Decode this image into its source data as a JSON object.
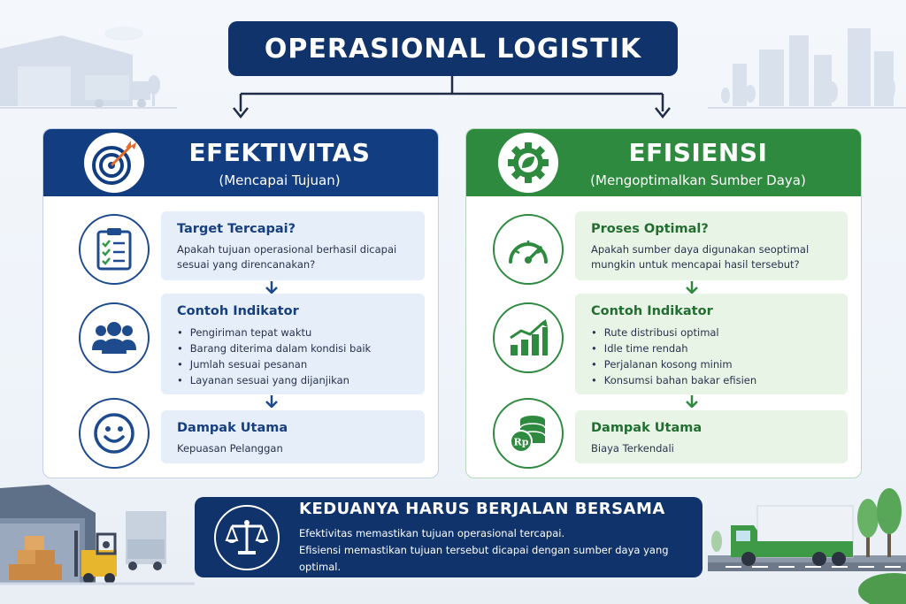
{
  "title": "OPERASIONAL LOGISTIK",
  "left_panel": {
    "title": "EFEKTIVITAS",
    "subtitle": "(Mencapai Tujuan)",
    "rows": [
      {
        "title": "Target Tercapai?",
        "text": "Apakah tujuan operasional berhasil dicapai sesuai yang direncanakan?"
      },
      {
        "title": "Contoh Indikator",
        "items": [
          "Pengiriman tepat waktu",
          "Barang diterima dalam kondisi baik",
          "Jumlah sesuai pesanan",
          "Layanan sesuai yang dijanjikan"
        ]
      },
      {
        "title": "Dampak Utama",
        "text": "Kepuasan Pelanggan"
      }
    ],
    "icons": [
      "target-icon",
      "checklist-icon",
      "people-icon",
      "smiley-icon"
    ]
  },
  "right_panel": {
    "title": "EFISIENSI",
    "subtitle": "(Mengoptimalkan Sumber Daya)",
    "rows": [
      {
        "title": "Proses Optimal?",
        "text": "Apakah sumber daya digunakan seoptimal mungkin untuk mencapai hasil tersebut?"
      },
      {
        "title": "Contoh Indikator",
        "items": [
          "Rute distribusi optimal",
          "Idle time rendah",
          "Perjalanan kosong minim",
          "Konsumsi bahan bakar efisien"
        ]
      },
      {
        "title": "Dampak Utama",
        "text": "Biaya Terkendali"
      }
    ],
    "icons": [
      "gear-leaf-icon",
      "gauge-icon",
      "growth-chart-icon",
      "coins-icon"
    ],
    "coin_label": "Rp"
  },
  "banner": {
    "title": "KEDUANYA HARUS BERJALAN BERSAMA",
    "lines": [
      "Efektivitas memastikan tujuan operasional tercapai.",
      "Efisiensi memastikan tujuan tersebut dicapai dengan sumber daya yang optimal."
    ],
    "icon": "scale-icon"
  },
  "colors": {
    "navy": "#10336b",
    "blue": "#123d80",
    "green": "#2e8a3e",
    "light_blue": "#e6eefa",
    "light_green": "#e8f4e6"
  }
}
